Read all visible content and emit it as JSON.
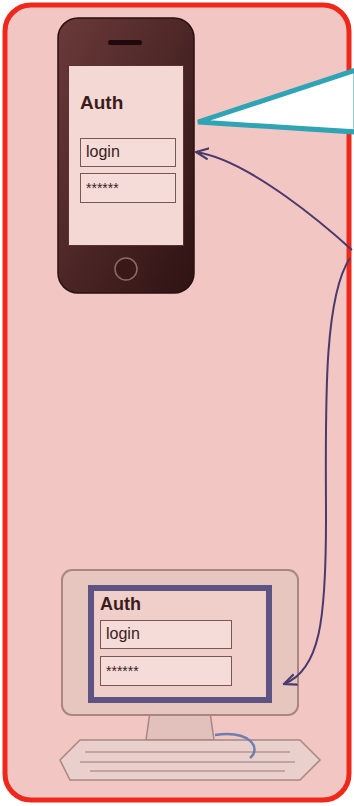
{
  "diagram": {
    "nodes": [
      {
        "text": [
          "Auth"
        ]
      },
      {
        "text": [
          "login"
        ],
        "in": 0
      },
      {
        "text": [
          "******"
        ],
        "in": 0
      },
      {
        "text": [
          "Auth"
        ]
      },
      {
        "text": [
          "login"
        ],
        "in": 3
      },
      {
        "text": [
          "******"
        ],
        "in": 3
      }
    ]
  }
}
